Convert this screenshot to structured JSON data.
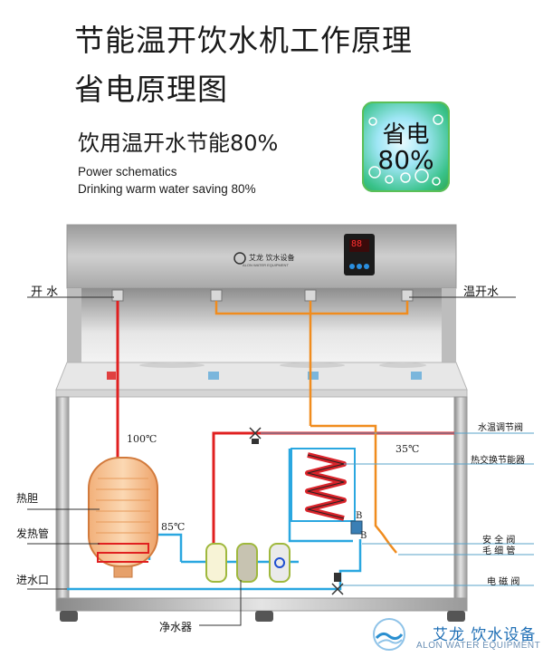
{
  "title_line1": "节能温开饮水机工作原理",
  "title_line2": "省电原理图",
  "subtitle_cn": "饮用温开水节能80%",
  "subtitle_en_1": "Power schematics",
  "subtitle_en_2": "Drinking warm water saving 80%",
  "badge": {
    "line1": "省电",
    "line2": "80%"
  },
  "machine": {
    "brand_text": "艾龙 饮水设备",
    "brand_sub": "ALON WATER EQUIPMENT",
    "display": "88"
  },
  "labels": {
    "open_water": "开 水",
    "warm_water": "温开水",
    "water_temp_valve": "水温调节阀",
    "heat_exchanger": "热交换节能器",
    "heater_tank": "热胆",
    "heating_tube": "发热管",
    "safety_valve": "安 全 阀",
    "capillary": "毛 细 管",
    "water_inlet": "进水口",
    "solenoid_valve": "电 磁 阀",
    "purifier": "净水器"
  },
  "temps": {
    "t100": "100℃",
    "t85": "85℃",
    "t35": "35℃"
  },
  "valve_letters": {
    "b1": "B",
    "b2": "B"
  },
  "footer_brand": {
    "cn": "艾龙 饮水设备",
    "en": "ALON WATER EQUIPMENT"
  },
  "colors": {
    "hot": "#e02020",
    "warm": "#f08c1e",
    "cold": "#2aa7e0",
    "frame": "#b9b9b9"
  }
}
